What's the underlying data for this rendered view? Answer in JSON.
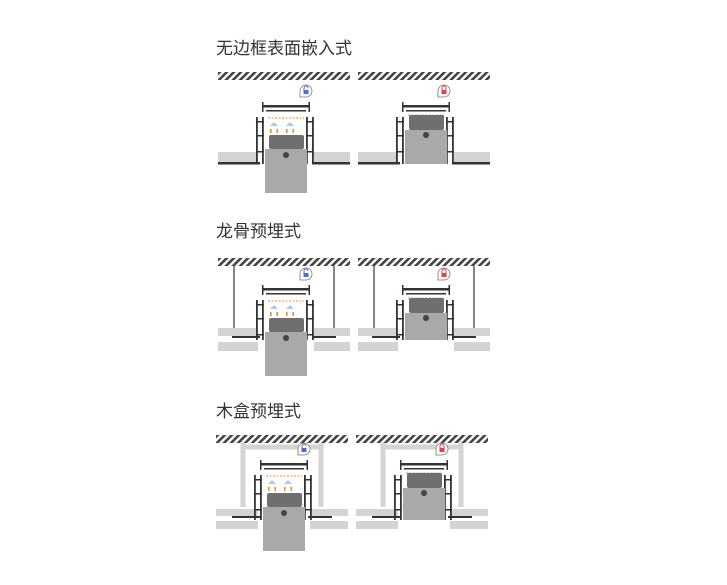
{
  "sections": [
    {
      "title": "无边框表面嵌入式",
      "variant": "surface"
    },
    {
      "title": "龙骨预埋式",
      "variant": "keel"
    },
    {
      "title": "木盒预埋式",
      "variant": "woodbox"
    }
  ],
  "states": [
    "unlocked",
    "locked"
  ],
  "icons": {
    "unlocked": "unlock-icon",
    "locked": "lock-icon"
  },
  "colors": {
    "hatch": "#444444",
    "board": "#d4d4d4",
    "body": "#a9a9a9",
    "body_dark": "#6f6f6f",
    "profile": "#333333",
    "lock_red": "#e0404a",
    "unlock_blue": "#4a6fd8",
    "arrow_orange": "#f08a2a",
    "arrow_blue": "#a8c8f0"
  }
}
